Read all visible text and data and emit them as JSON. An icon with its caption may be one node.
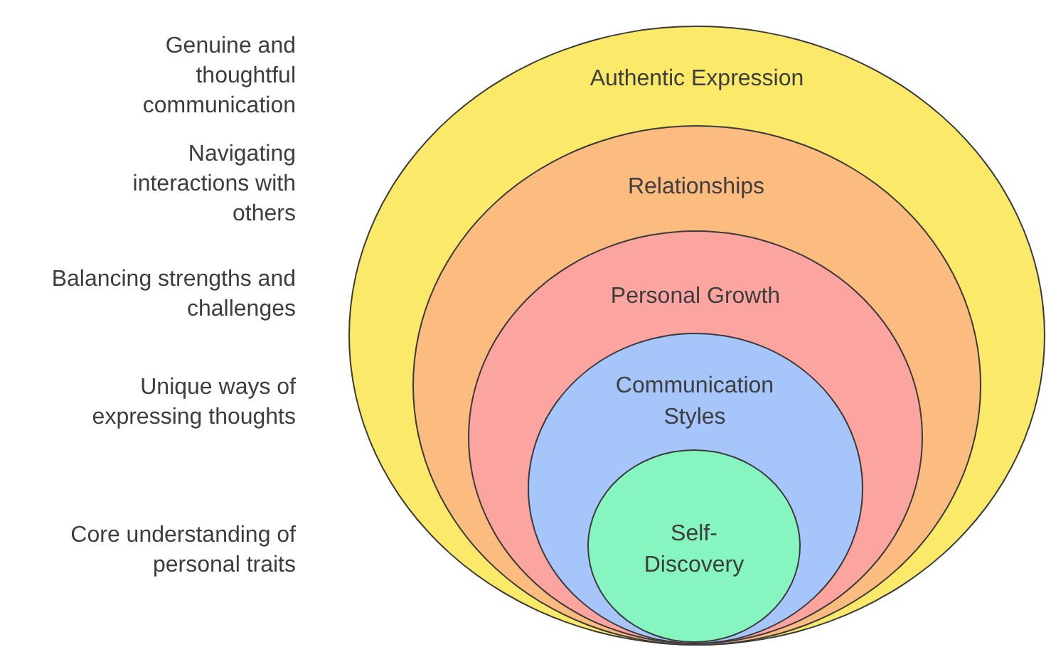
{
  "diagram": {
    "nodes": [
      {
        "text": [
          "Authentic Expression"
        ]
      },
      {
        "text": [
          "Relationships"
        ],
        "in": 0
      },
      {
        "text": [
          "Personal Growth"
        ],
        "in": 1
      },
      {
        "text": [
          "Communication Styles"
        ],
        "in": 2
      },
      {
        "text": [
          "Self-Discovery"
        ],
        "in": 3
      }
    ],
    "labels": [
      "Genuine and thoughtful communication",
      "Navigating interactions with others",
      "Balancing strengths and challenges",
      "Unique ways of expressing thoughts",
      "Core understanding of personal traits"
    ]
  }
}
